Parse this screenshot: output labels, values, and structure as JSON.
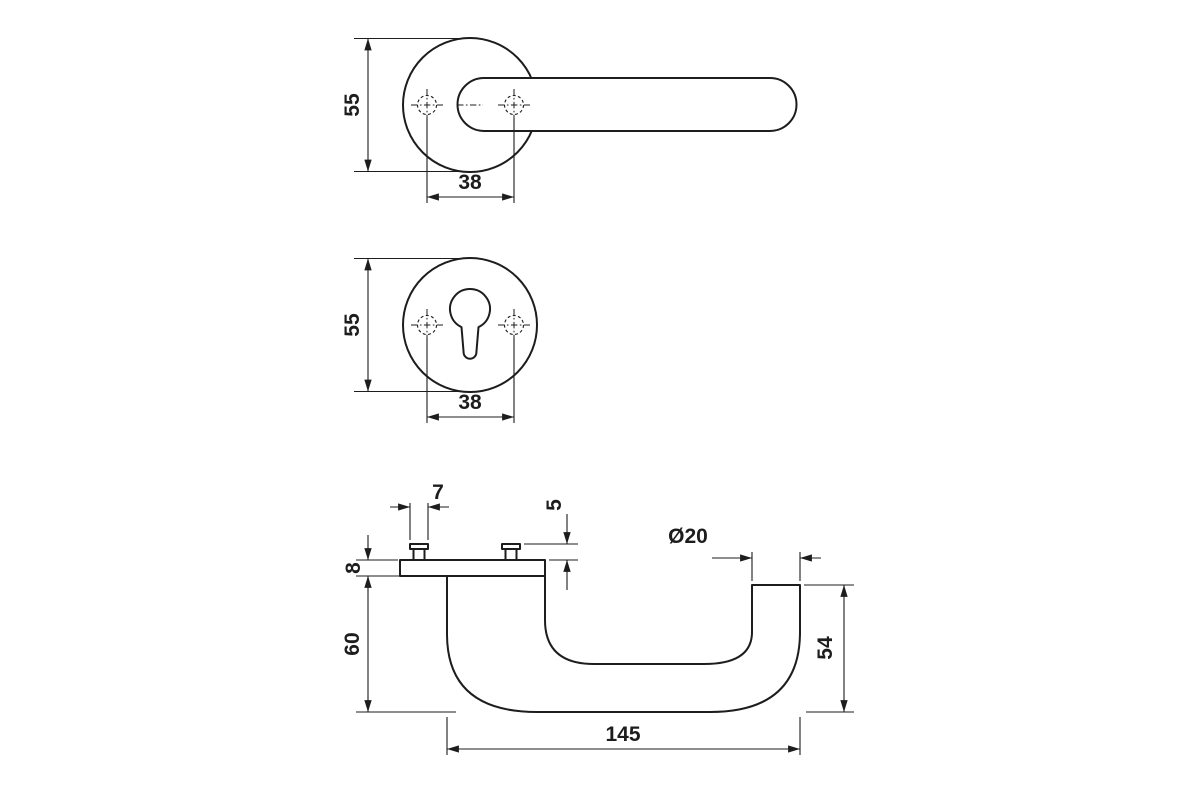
{
  "drawing": {
    "kind": "dimensioned technical drawing",
    "line_color": "#1d1d1d",
    "background_color": "#ffffff",
    "symbols": {
      "screw_hole_mark": "dashed circle with dash-dot crosshair",
      "center_mark": "dash-dot line"
    },
    "views": {
      "lever_front": {
        "dims": {
          "rose_diameter": "55",
          "screw_spacing": "38"
        }
      },
      "escutcheon_front": {
        "dims": {
          "rose_diameter": "55",
          "screw_spacing": "38"
        }
      },
      "side_profile": {
        "dims": {
          "stud_width": "7",
          "stud_height": "5",
          "rose_thickness": "8",
          "projection": "60",
          "grip_diameter": "Ø20",
          "grip_height": "54",
          "overall_length": "145"
        }
      }
    }
  }
}
